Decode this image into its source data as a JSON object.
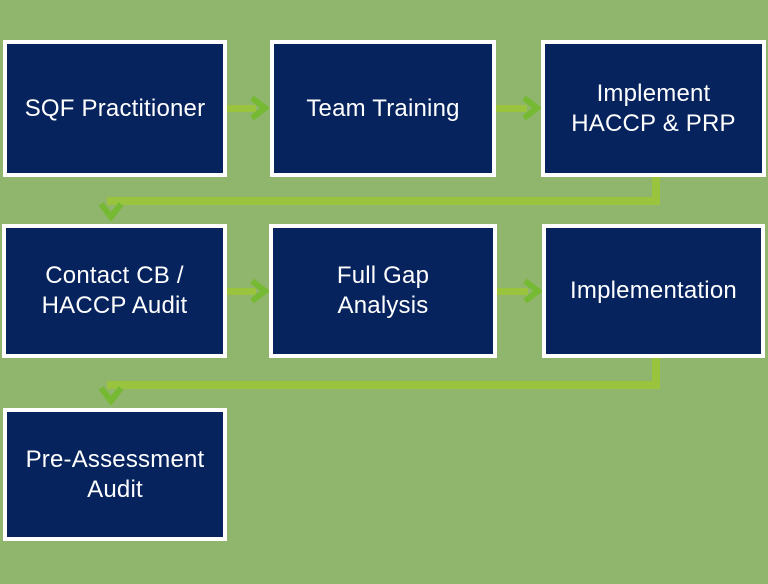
{
  "colors": {
    "background": "#90b56c",
    "box_fill": "#06235e",
    "box_border": "#ffffff",
    "box_text": "#ffffff",
    "arrow_line": "#9ac43e",
    "arrow_head": "#76ba34"
  },
  "flowchart": {
    "nodes": [
      {
        "id": "sqf-practitioner",
        "label": "SQF Practitioner"
      },
      {
        "id": "team-training",
        "label": "Team Training"
      },
      {
        "id": "implement-haccp-prp",
        "label": "Implement\nHACCP & PRP"
      },
      {
        "id": "contact-cb-haccp-audit",
        "label": "Contact CB /\nHACCP Audit"
      },
      {
        "id": "full-gap-analysis",
        "label": "Full Gap\nAnalysis"
      },
      {
        "id": "implementation",
        "label": "Implementation"
      },
      {
        "id": "pre-assessment-audit",
        "label": "Pre-Assessment\nAudit"
      }
    ],
    "edges": [
      {
        "from": "sqf-practitioner",
        "to": "team-training",
        "shape": "straight-right"
      },
      {
        "from": "team-training",
        "to": "implement-haccp-prp",
        "shape": "straight-right"
      },
      {
        "from": "implement-haccp-prp",
        "to": "contact-cb-haccp-audit",
        "shape": "elbow-down-left-down"
      },
      {
        "from": "contact-cb-haccp-audit",
        "to": "full-gap-analysis",
        "shape": "straight-right"
      },
      {
        "from": "full-gap-analysis",
        "to": "implementation",
        "shape": "straight-right"
      },
      {
        "from": "implementation",
        "to": "pre-assessment-audit",
        "shape": "elbow-down-left-down"
      }
    ]
  }
}
